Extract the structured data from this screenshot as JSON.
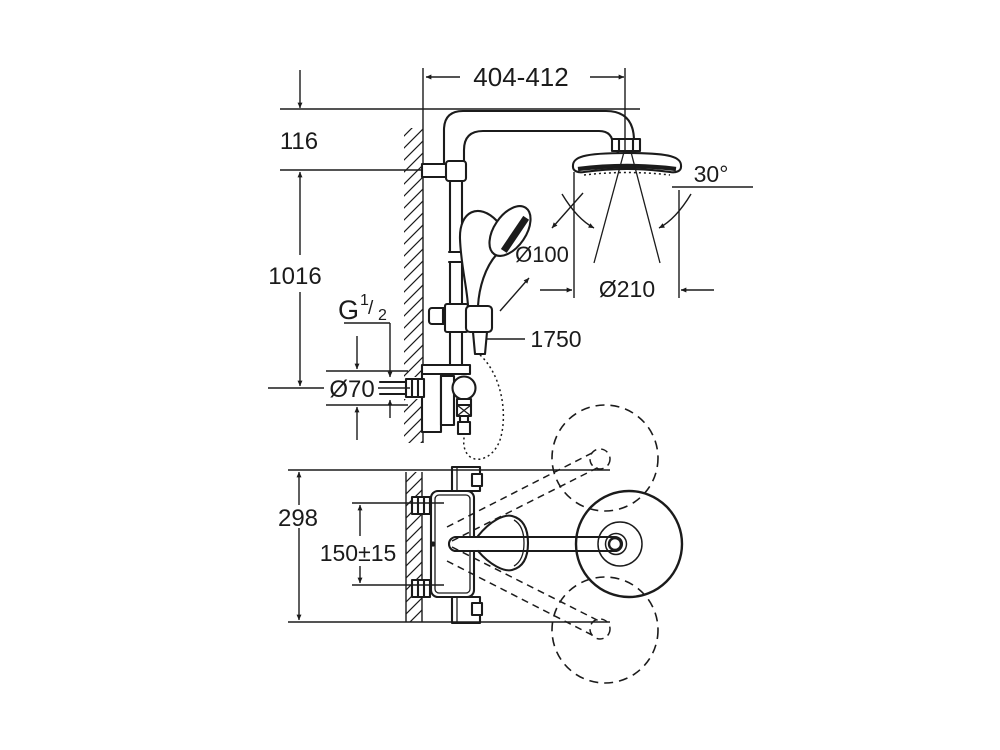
{
  "drawing": {
    "title": "shower-system-technical-drawing",
    "labels": {
      "width_top": "404-412",
      "offset_top": "116",
      "rail_height": "1016",
      "head_tilt_angle": "30°",
      "hand_shower_dia": "Ø100",
      "head_shower_dia": "Ø210",
      "hose_length": "1750",
      "thread_letter": "G",
      "thread_numerator": "1",
      "thread_slash": "/",
      "thread_denominator": "2",
      "escutcheon_dia": "Ø70",
      "valve_height": "298",
      "inlet_spacing": "150±15"
    },
    "colors": {
      "line": "#1b1b1b",
      "background": "#ffffff"
    }
  }
}
